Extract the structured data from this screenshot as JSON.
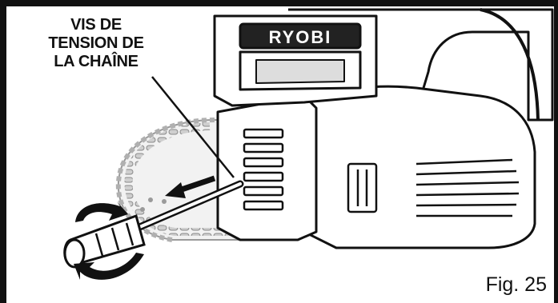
{
  "callout": {
    "line1": "VIS DE",
    "line2": "TENSION DE",
    "line3": "LA CHAÎNE"
  },
  "brand_logo_text": "RYOBI",
  "figure_label": "Fig. 25",
  "colors": {
    "ink": "#111111",
    "chain_grey": "#bfbfbf",
    "background": "#ffffff"
  },
  "icons": [
    "screwdriver-icon",
    "rotation-arrows-icon",
    "direction-arrow-icon"
  ]
}
